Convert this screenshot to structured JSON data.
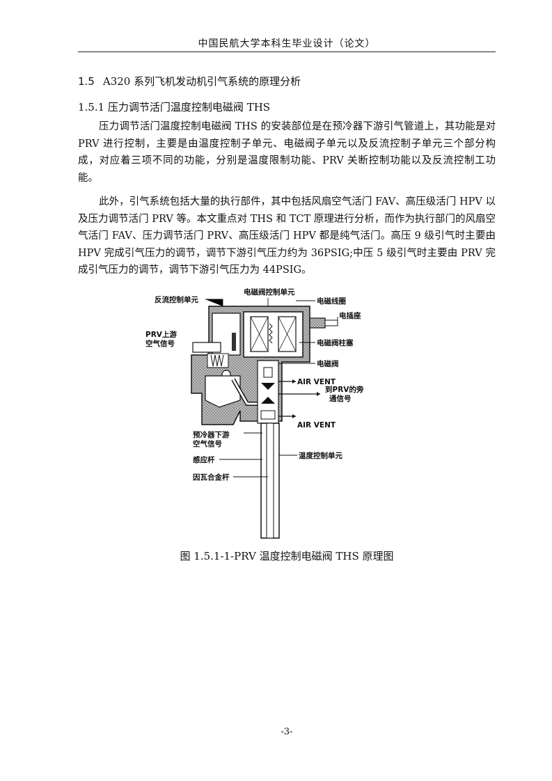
{
  "header": {
    "title": "中国民航大学本科生毕业设计（论文）"
  },
  "section": {
    "number": "1.5",
    "title": "A320 系列飞机发动机引气系统的原理分析"
  },
  "subsection": {
    "title": "1.5.1 压力调节活门温度控制电磁阀 THS"
  },
  "paragraphs": [
    "压力调节活门温度控制电磁阀 THS 的安装部位是在预冷器下游引气管道上，其功能是对 PRV 进行控制，主要是由温度控制子单元、电磁阀子单元以及反流控制子单元三个部分构成，对应着三项不同的功能，分别是温度限制功能、PRV 关断控制功能以及反流控制工功能。",
    "此外，引气系统包括大量的执行部件，其中包括风扇空气活门 FAV、高压级活门 HPV 以及压力调节活门 PRV 等。本文重点对 THS 和 TCT 原理进行分析，而作为执行部门的风扇空气活门 FAV、压力调节活门 PRV、高压级活门 HPV 都是纯气活门。高压 9 级引气时主要由 HPV 完成引气压力的调节，调节下游引气压力约为 36PSIG;中压 5 级引气时主要由 PRV 完成引气压力的调节，调节下游引气压力为 44PSIG。"
  ],
  "figure": {
    "labels": {
      "solenoid_unit": "电磁阀控制单元",
      "reverse_flow_unit": "反流控制单元",
      "coil": "电磁线圈",
      "socket": "电插座",
      "prv_upstream_1": "PRV上游",
      "prv_upstream_2": "空气信号",
      "plunger": "电磁阀柱塞",
      "solenoid_valve": "电磁阀",
      "air_vent_1": "AIR VENT",
      "to_prv_1": "到PRV的旁",
      "to_prv_2": "通信号",
      "air_vent_2": "AIR VENT",
      "precooler_1": "预冷器下游",
      "precooler_2": "空气信号",
      "sensing_rod": "感应杆",
      "temp_unit": "温度控制单元",
      "invar_rod": "因瓦合金杆"
    },
    "caption": "图 1.5.1-1-PRV 温度控制电磁阀 THS 原理图"
  },
  "page": {
    "number": "-3-"
  }
}
